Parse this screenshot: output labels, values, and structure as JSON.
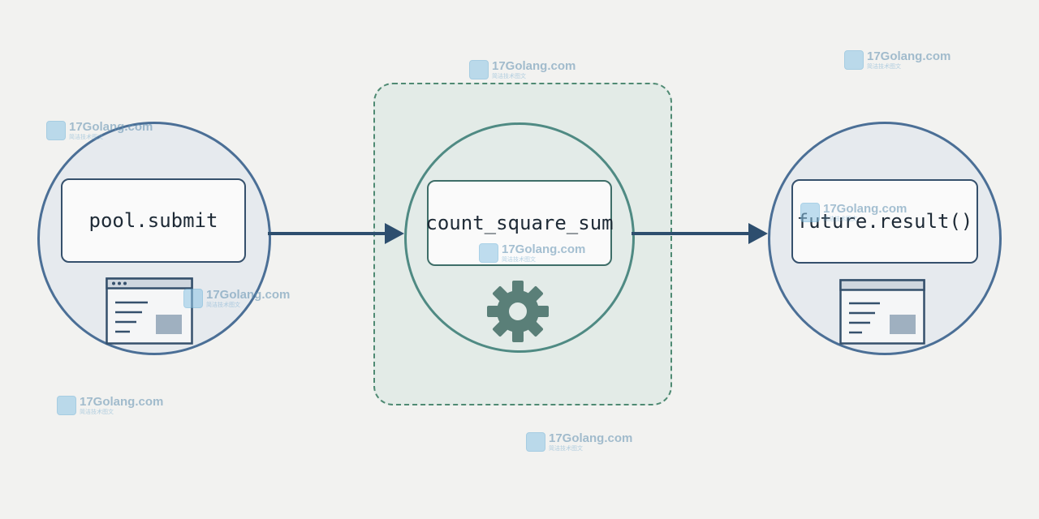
{
  "nodes": {
    "submit": {
      "label": "pool.submit"
    },
    "worker": {
      "label": "count_square_sum"
    },
    "result": {
      "label": "future.result()"
    }
  },
  "colors": {
    "blue_border": "#4b6f96",
    "green_border": "#4f8a83",
    "arrow": "#2d4e6e",
    "gear": "#5a7f78",
    "background": "#f2f2f0"
  },
  "icons": [
    "window-icon",
    "gear-icon",
    "arrow-icon"
  ],
  "watermark": {
    "text": "17Golang.com",
    "subtext": "简洁技术图文"
  }
}
